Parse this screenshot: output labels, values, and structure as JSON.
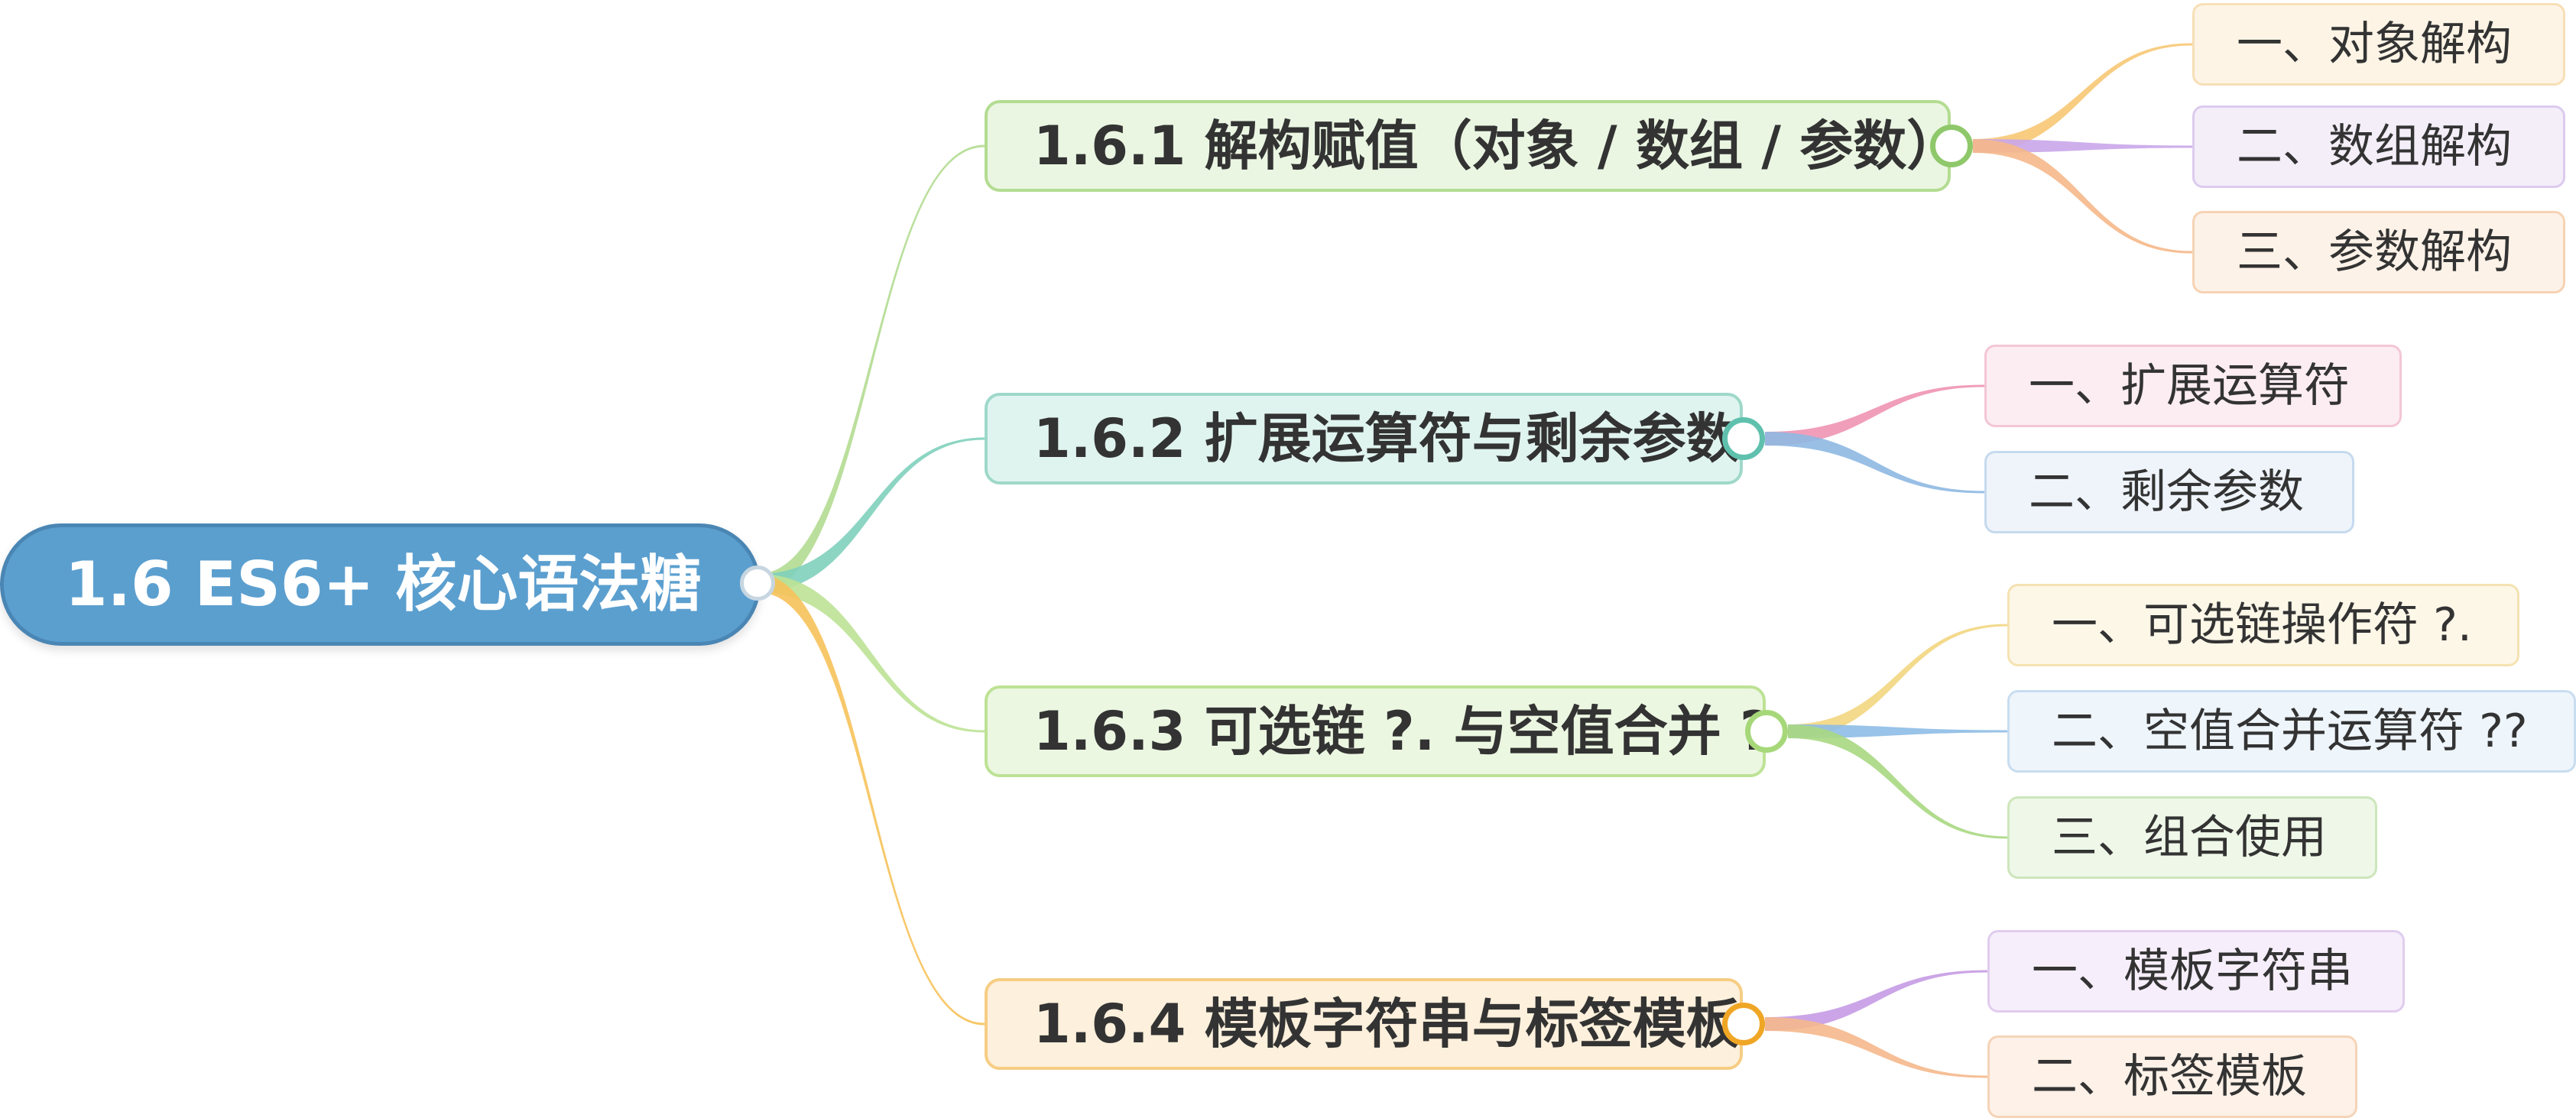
{
  "root": {
    "title": "1.6 ES6+ 核心语法糖"
  },
  "branches": [
    {
      "title": "1.6.1 解构赋值（对象 / 数组 / 参数）",
      "children": [
        "一、对象解构",
        "二、数组解构",
        "三、参数解构"
      ]
    },
    {
      "title": "1.6.2 扩展运算符与剩余参数",
      "children": [
        "一、扩展运算符",
        "二、剩余参数"
      ]
    },
    {
      "title": "1.6.3 可选链 ?. 与空值合并 ?",
      "children": [
        "一、可选链操作符 ?.",
        "二、空值合并运算符 ??",
        "三、组合使用"
      ]
    },
    {
      "title": "1.6.4 模板字符串与标签模板",
      "children": [
        "一、模板字符串",
        "二、标签模板"
      ]
    }
  ],
  "colors": {
    "root": "#5b9fcf",
    "branch_links": [
      "#b3dc91",
      "#7fd0bd",
      "#bde295",
      "#f6c25a"
    ],
    "leaf_links": [
      [
        "#f7c874",
        "#c9a6ea",
        "#f6b88a"
      ],
      [
        "#ee94b2",
        "#8eb8e2"
      ],
      [
        "#f2d67f",
        "#8ebde6",
        "#a9d882"
      ],
      [
        "#c59be4",
        "#f5b88c"
      ]
    ]
  }
}
